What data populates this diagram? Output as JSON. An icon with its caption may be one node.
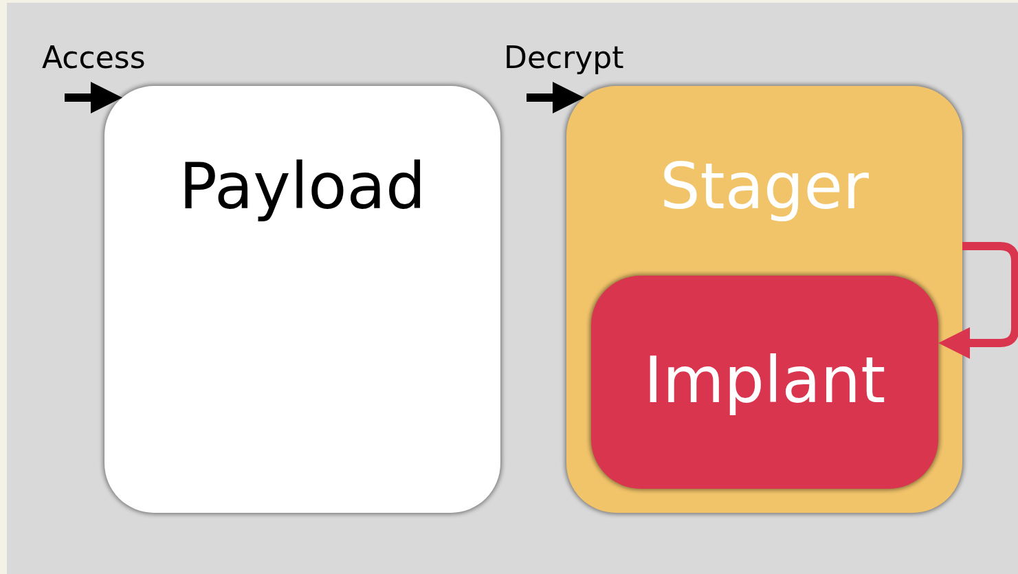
{
  "diagram": {
    "nodes": [
      {
        "text": [
          "Payload"
        ]
      },
      {
        "text": [
          "Stager"
        ]
      },
      {
        "text": [
          "Implant"
        ],
        "in": 1
      }
    ],
    "edges": [
      {
        "from": null,
        "to": 0,
        "arrow": "to",
        "label": "Access"
      },
      {
        "from": null,
        "to": 1,
        "arrow": "to",
        "label": "Decrypt"
      },
      {
        "from": 1,
        "to": 2,
        "arrow": "to",
        "color": "#d9354f"
      }
    ]
  }
}
